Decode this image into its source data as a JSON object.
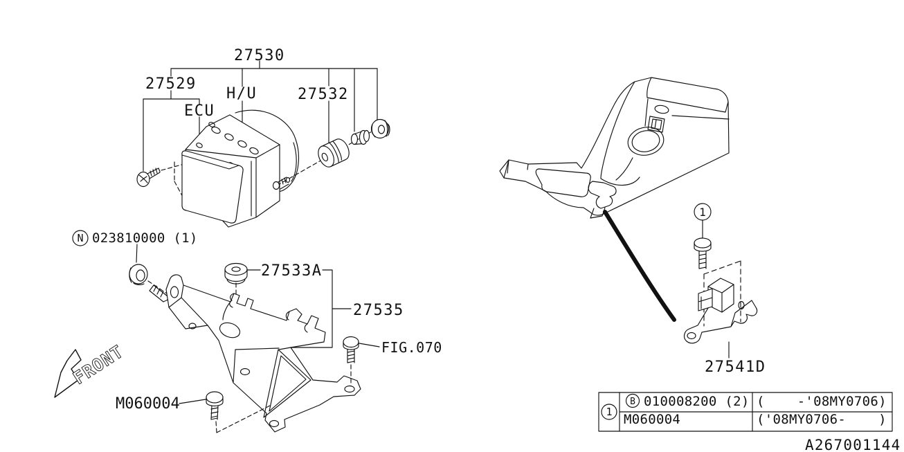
{
  "labels": {
    "p27530": "27530",
    "p27529": "27529",
    "hu": "H/U",
    "ecu": "ECU",
    "p27532": "27532",
    "nut_ref_prefix": "N",
    "nut_ref": "023810000 (1)",
    "p27533a": "27533A",
    "p27535": "27535",
    "fig070": "FIG.070",
    "m060004": "M060004",
    "front": "FRONT",
    "p27541d": "27541D",
    "callout1": "1"
  },
  "table": {
    "ref": "1",
    "rows": [
      {
        "prefix": "B",
        "part": "010008200 (2)",
        "range": "(    -'08MY0706)"
      },
      {
        "prefix": "",
        "part": "M060004",
        "range": "('08MY0706-    )"
      }
    ]
  },
  "drawing_number": "A267001144",
  "colors": {
    "line": "#000000",
    "background": "#ffffff"
  }
}
